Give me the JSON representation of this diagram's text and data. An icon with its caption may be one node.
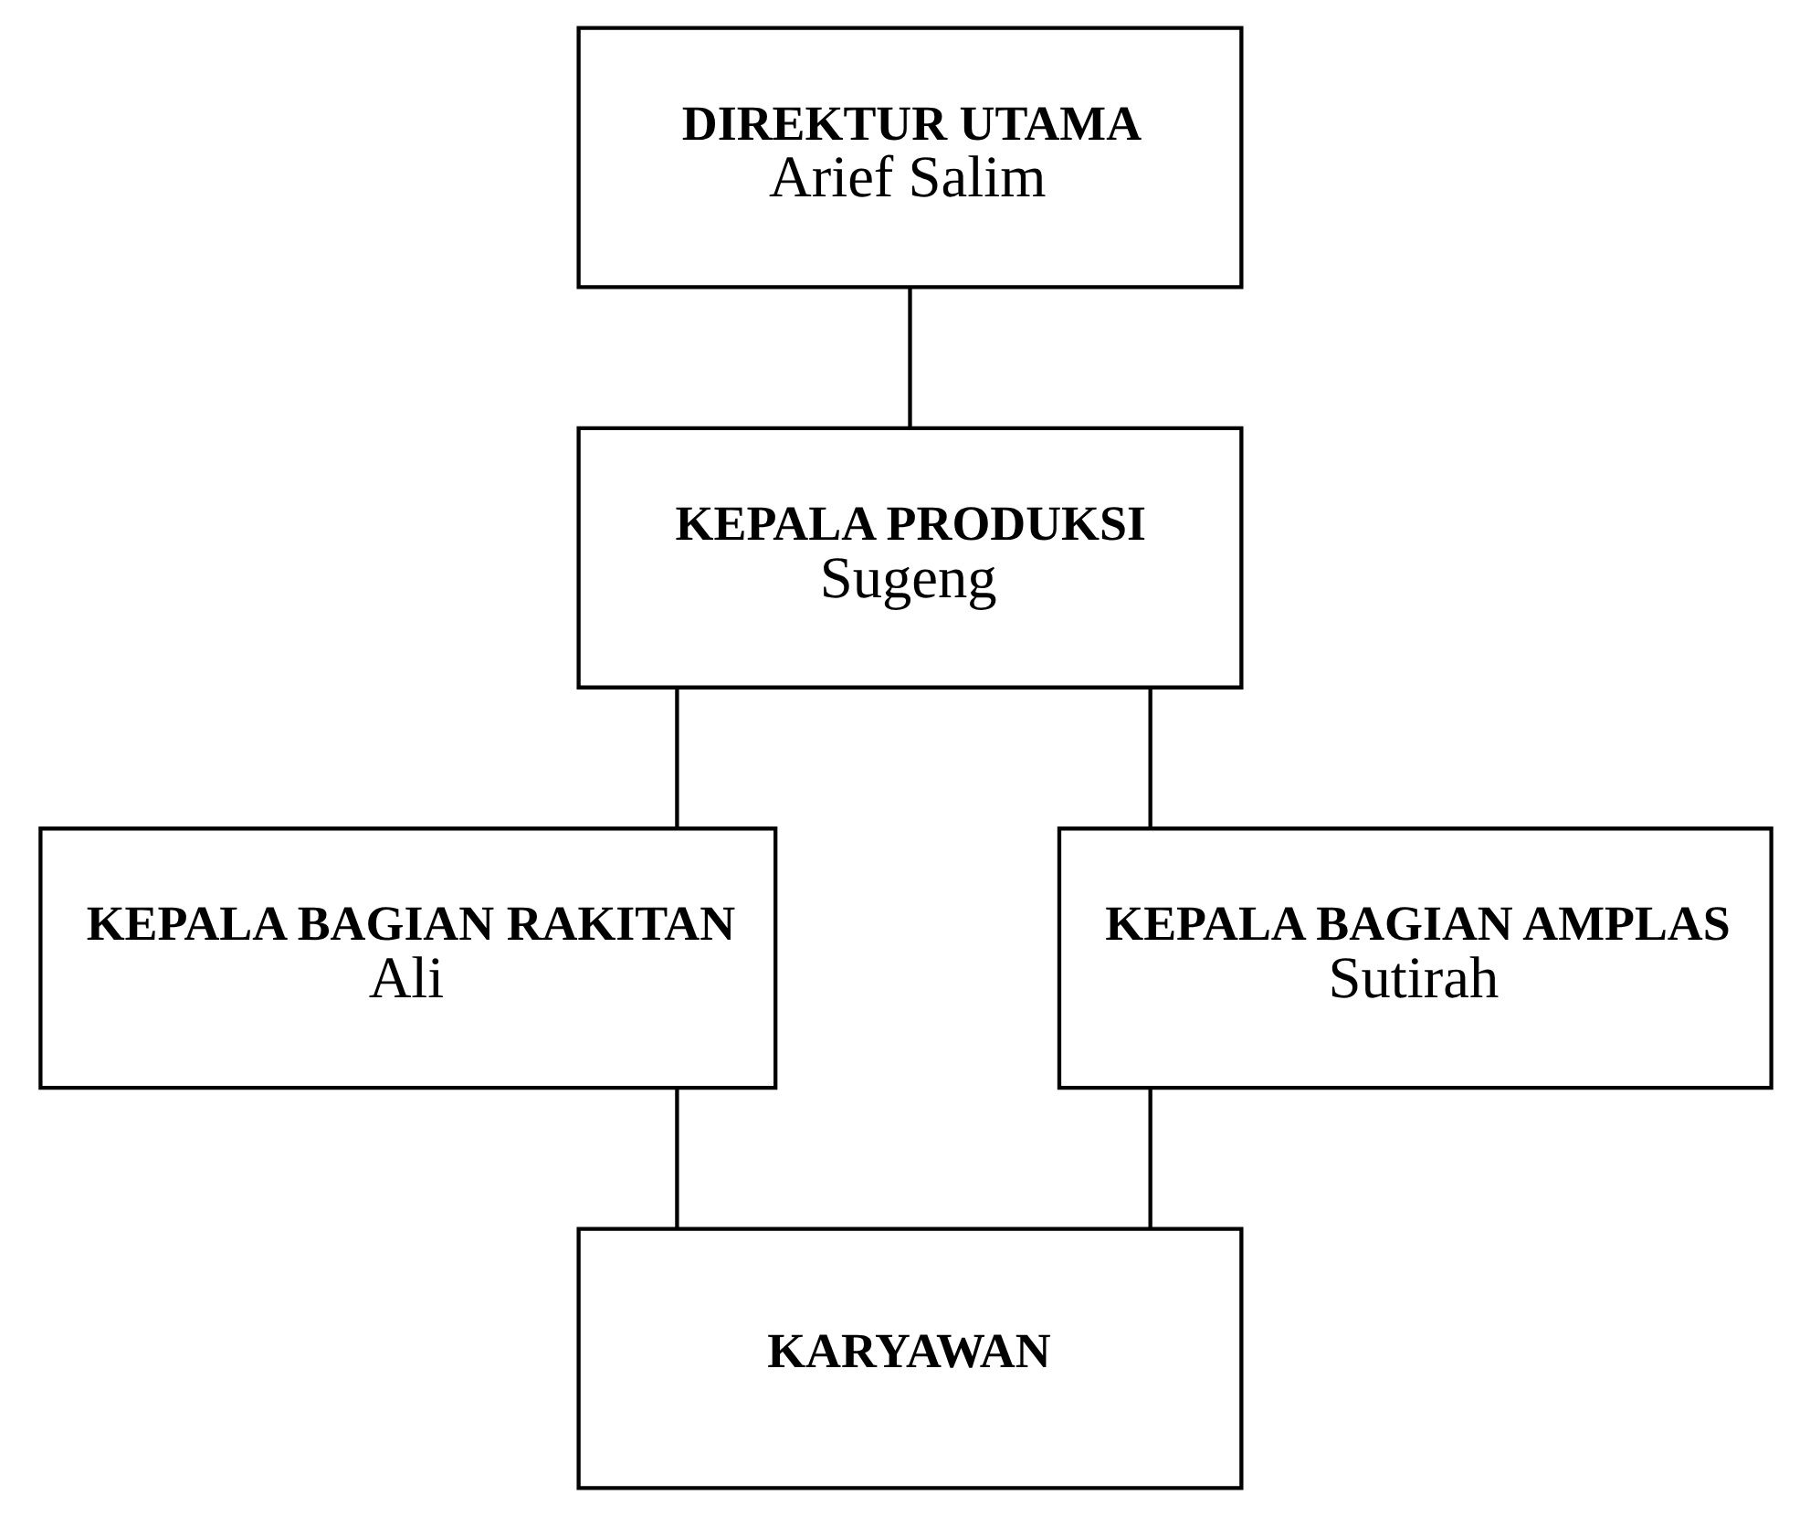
{
  "diagram": {
    "nodes": [
      {
        "text": [
          "DIREKTUR UTAMA",
          "Arief Salim"
        ]
      },
      {
        "text": [
          "KEPALA PRODUKSI",
          "Sugeng"
        ]
      },
      {
        "text": [
          "KEPALA BAGIAN RAKITAN",
          "Ali"
        ]
      },
      {
        "text": [
          "KEPALA BAGIAN AMPLAS",
          "Sutirah"
        ]
      },
      {
        "text": [
          "KARYAWAN"
        ]
      }
    ],
    "edges": [
      {
        "from": 0,
        "to": 1,
        "arrow": "none"
      },
      {
        "from": 1,
        "to": 2,
        "arrow": "none"
      },
      {
        "from": 1,
        "to": 3,
        "arrow": "none"
      },
      {
        "from": 2,
        "to": 4,
        "arrow": "none"
      },
      {
        "from": 3,
        "to": 4,
        "arrow": "none"
      }
    ]
  }
}
